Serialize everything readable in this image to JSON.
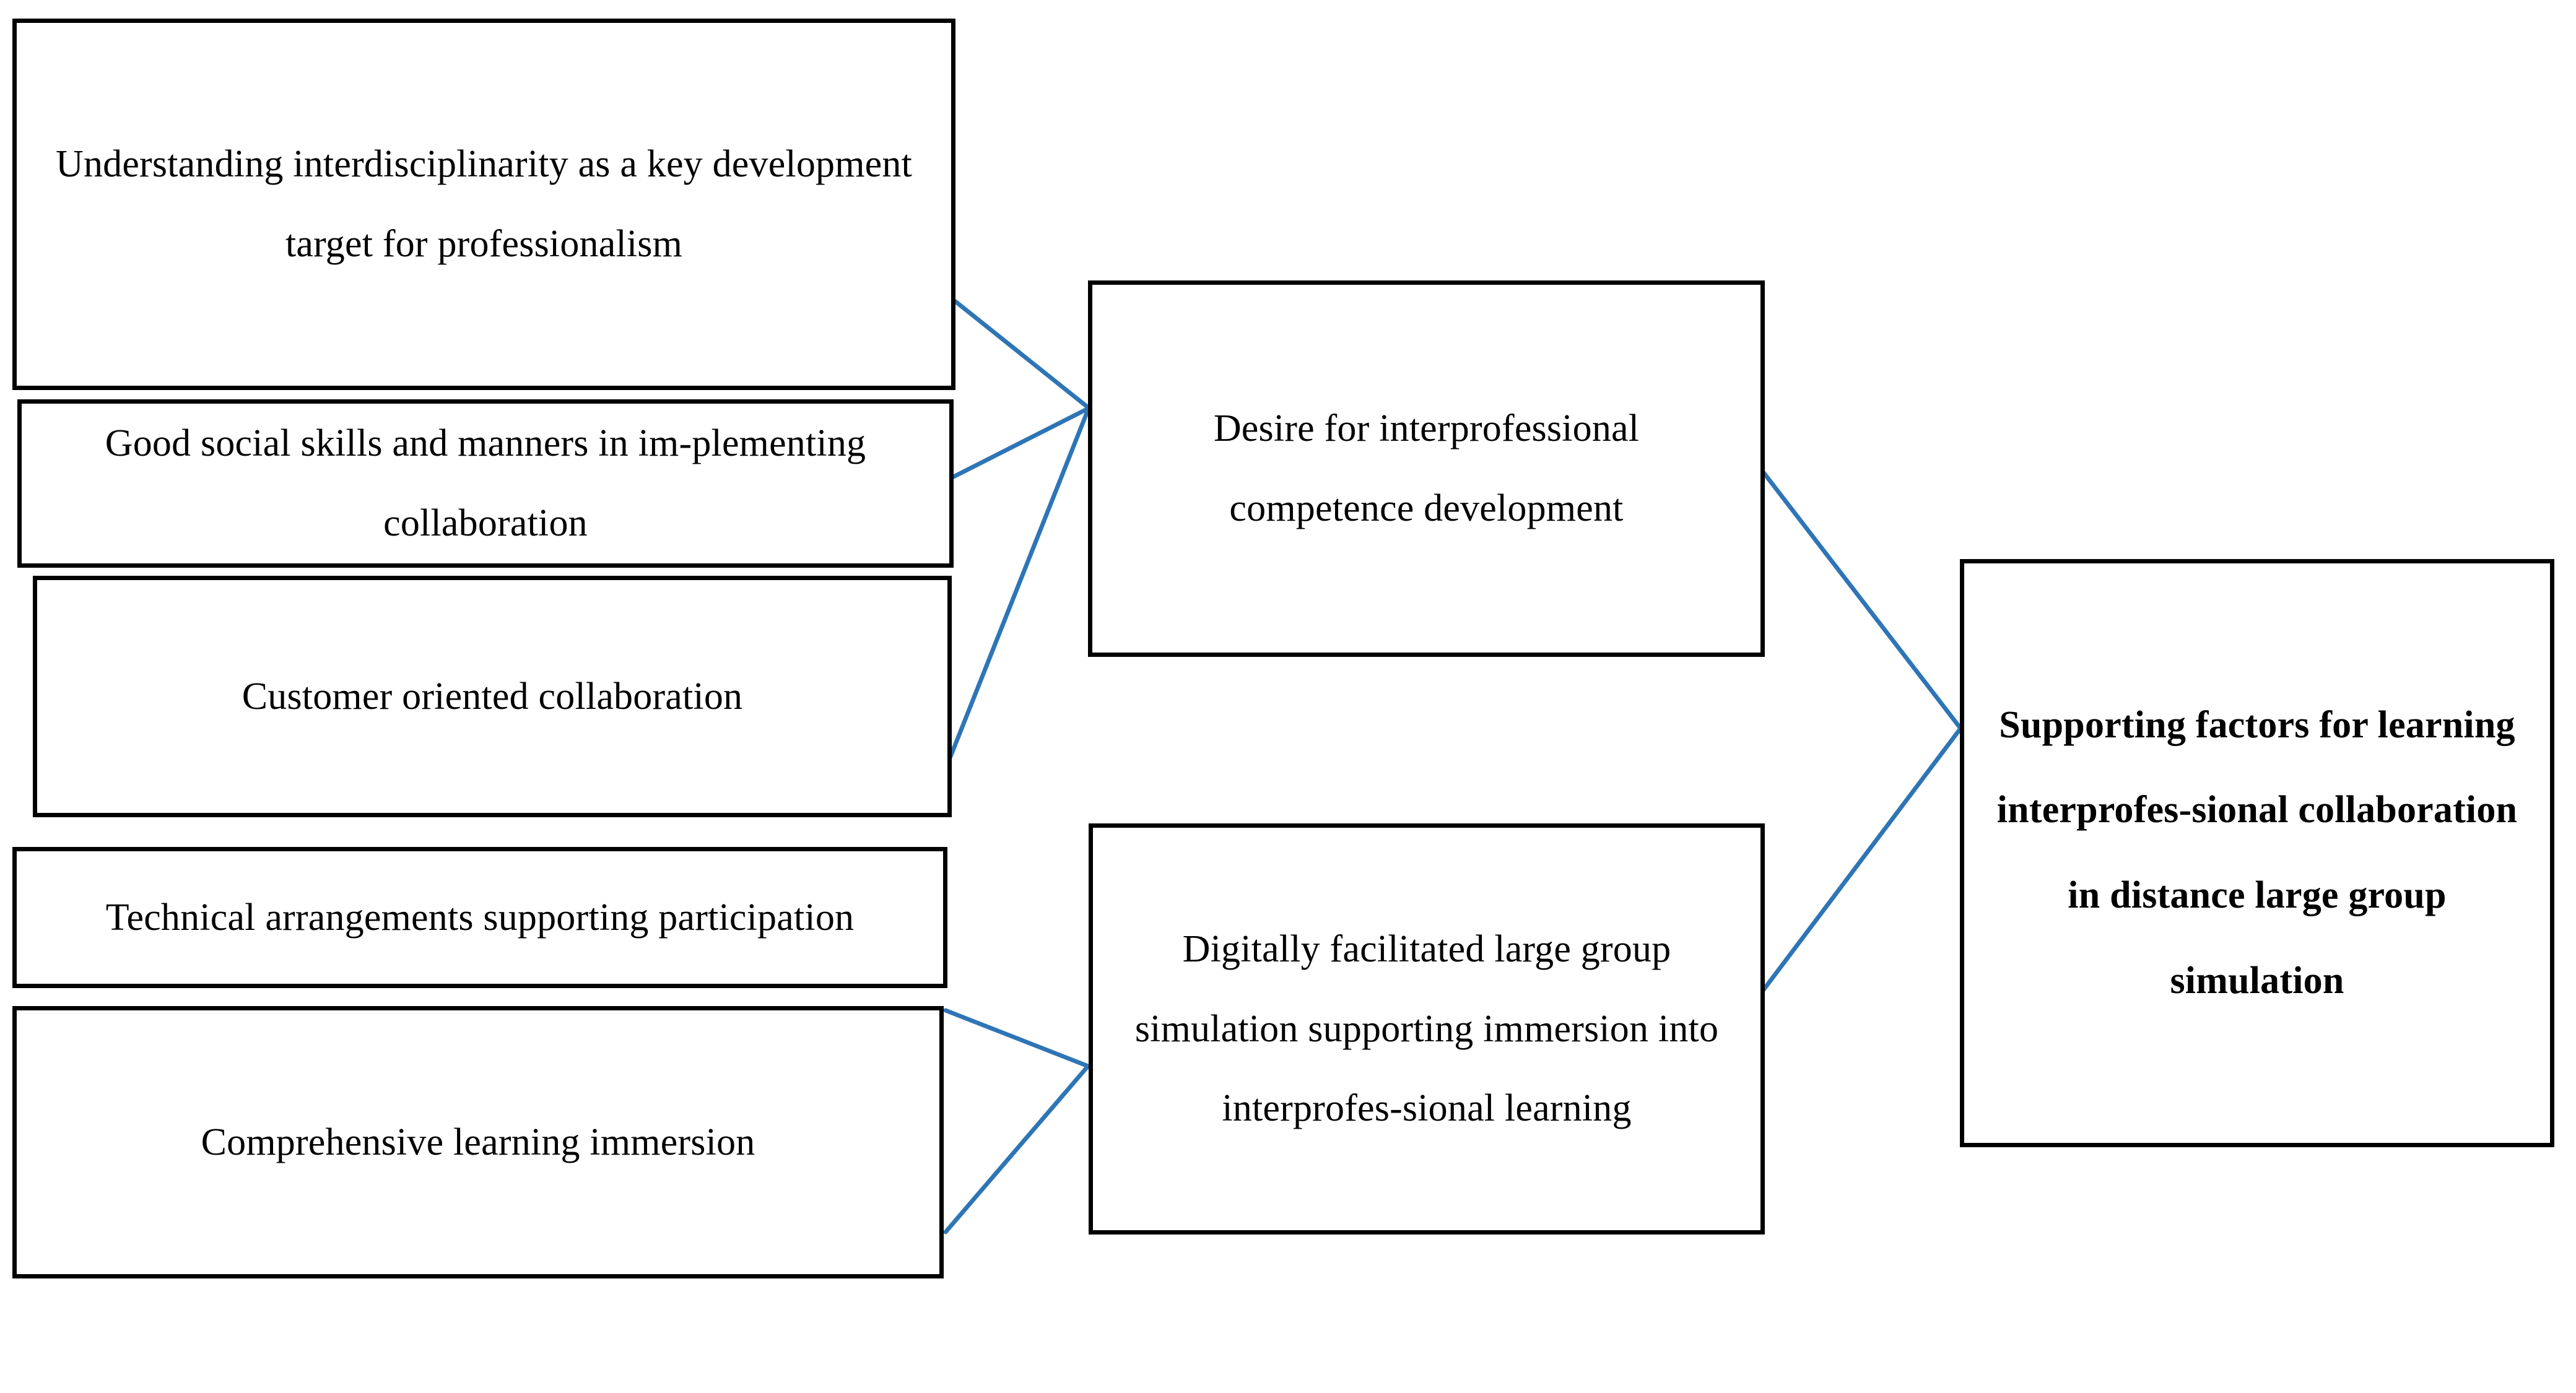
{
  "diagram": {
    "type": "flow-diagram",
    "line_color": "#2E75B6",
    "box_border_color": "#000000",
    "background_color": "#FFFFFF",
    "nodes": [
      {
        "id": "understanding",
        "column": "left",
        "label": "Understanding interdisciplinarity as a key development target for professionalism",
        "bold": false
      },
      {
        "id": "social",
        "column": "left",
        "label": "Good social skills and manners in im-plementing collaboration",
        "bold": false
      },
      {
        "id": "customer",
        "column": "left",
        "label": "Customer oriented collaboration",
        "bold": false
      },
      {
        "id": "technical",
        "column": "left",
        "label": "Technical arrangements supporting participation",
        "bold": false
      },
      {
        "id": "comprehensive",
        "column": "left",
        "label": "Comprehensive learning immersion",
        "bold": false
      },
      {
        "id": "desire",
        "column": "middle",
        "label": "Desire for interprofessional competence development",
        "bold": false
      },
      {
        "id": "digitally",
        "column": "middle",
        "label": "Digitally facilitated large group simulation supporting immersion into interprofes-sional learning",
        "bold": false
      },
      {
        "id": "target",
        "column": "right",
        "label": "Supporting factors for learning interprofes-sional collaboration in distance large group simulation",
        "bold": true
      }
    ],
    "edges": [
      {
        "from": "understanding",
        "to": "desire"
      },
      {
        "from": "social",
        "to": "desire"
      },
      {
        "from": "customer",
        "to": "desire"
      },
      {
        "from": "technical",
        "to": "digitally"
      },
      {
        "from": "comprehensive",
        "to": "digitally"
      },
      {
        "from": "desire",
        "to": "target"
      },
      {
        "from": "digitally",
        "to": "target"
      }
    ]
  },
  "nodes": {
    "understanding": {
      "line1": "Understanding interdisciplinarity as a",
      "line2": "key development target for",
      "line3": "professionalism"
    },
    "social": {
      "line1": "Good social skills and manners in im-",
      "line2": "plementing collaboration"
    },
    "customer": {
      "line1": "Customer oriented collaboration"
    },
    "technical": {
      "line1": "Technical arrangements supporting",
      "line2": "participation"
    },
    "comprehensive": {
      "line1": "Comprehensive learning immersion"
    },
    "desire": {
      "line1": "Desire for interprofessional",
      "line2": "competence development"
    },
    "digitally": {
      "line1": "Digitally facilitated large",
      "line2": "group simulation supporting",
      "line3": "immersion into interprofes-",
      "line4": "sional learning"
    },
    "target": {
      "line1": "Supporting factors for",
      "line2": "learning interprofes-",
      "line3": "sional collaboration in",
      "line4": "distance large group",
      "line5": "simulation"
    }
  }
}
